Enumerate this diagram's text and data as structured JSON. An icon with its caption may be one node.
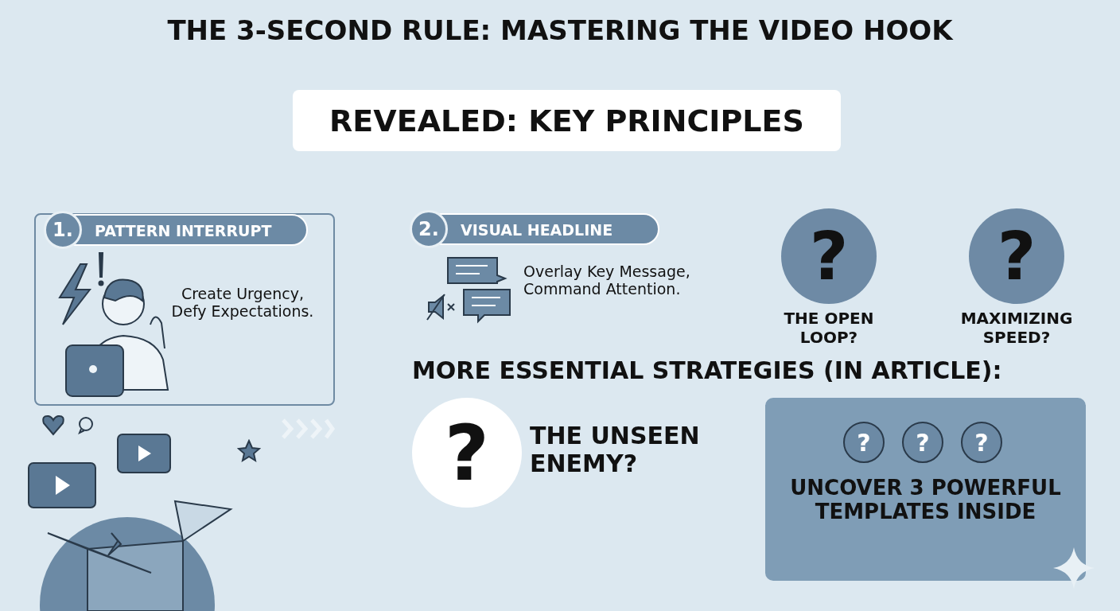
{
  "diagram": {
    "title": "THE 3-SECOND RULE: MASTERING THE VIDEO HOOK",
    "nodes": [
      {
        "text": [
          "REVEALED: KEY PRINCIPLES"
        ]
      },
      {
        "text": [
          "1.",
          "PATTERN INTERRUPT",
          "Create Urgency, Defy Expectations."
        ]
      },
      {
        "text": [
          "2.",
          "VISUAL HEADLINE",
          "Overlay Key Message, Command Attention."
        ]
      },
      {
        "text": [
          "?",
          "THE OPEN LOOP?"
        ]
      },
      {
        "text": [
          "?",
          "MAXIMIZING SPEED?"
        ]
      },
      {
        "text": [
          "?",
          "THE UNSEEN ENEMY?"
        ]
      },
      {
        "text": [
          "UNCOVER 3 POWERFUL TEMPLATES INSIDE"
        ]
      },
      {
        "text": [
          "?"
        ],
        "in": 6
      },
      {
        "text": [
          "?"
        ],
        "in": 6
      },
      {
        "text": [
          "?"
        ],
        "in": 6
      }
    ],
    "edges": [],
    "labels": [
      "MORE ESSENTIAL STRATEGIES (IN ARTICLE):"
    ]
  }
}
